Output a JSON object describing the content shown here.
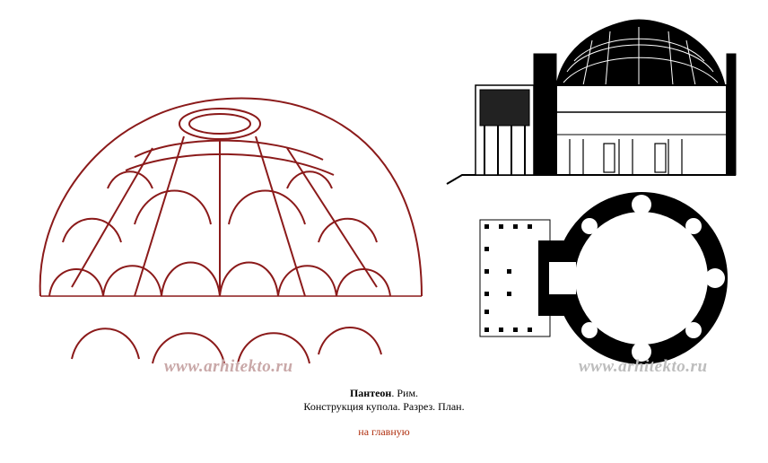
{
  "figure": {
    "watermark_left": "www.arhitekto.ru",
    "watermark_right": "www.arhitekto.ru",
    "colors": {
      "dome_drawing": "#8b1a1a",
      "plan_ink": "#000000",
      "background": "#ffffff"
    }
  },
  "caption": {
    "title": "Пантеон",
    "title_suffix": ". Рим.",
    "line2": "Конструкция купола. Разрез. План."
  },
  "nav": {
    "home_link": "на главную",
    "link_color": "#b03010"
  }
}
